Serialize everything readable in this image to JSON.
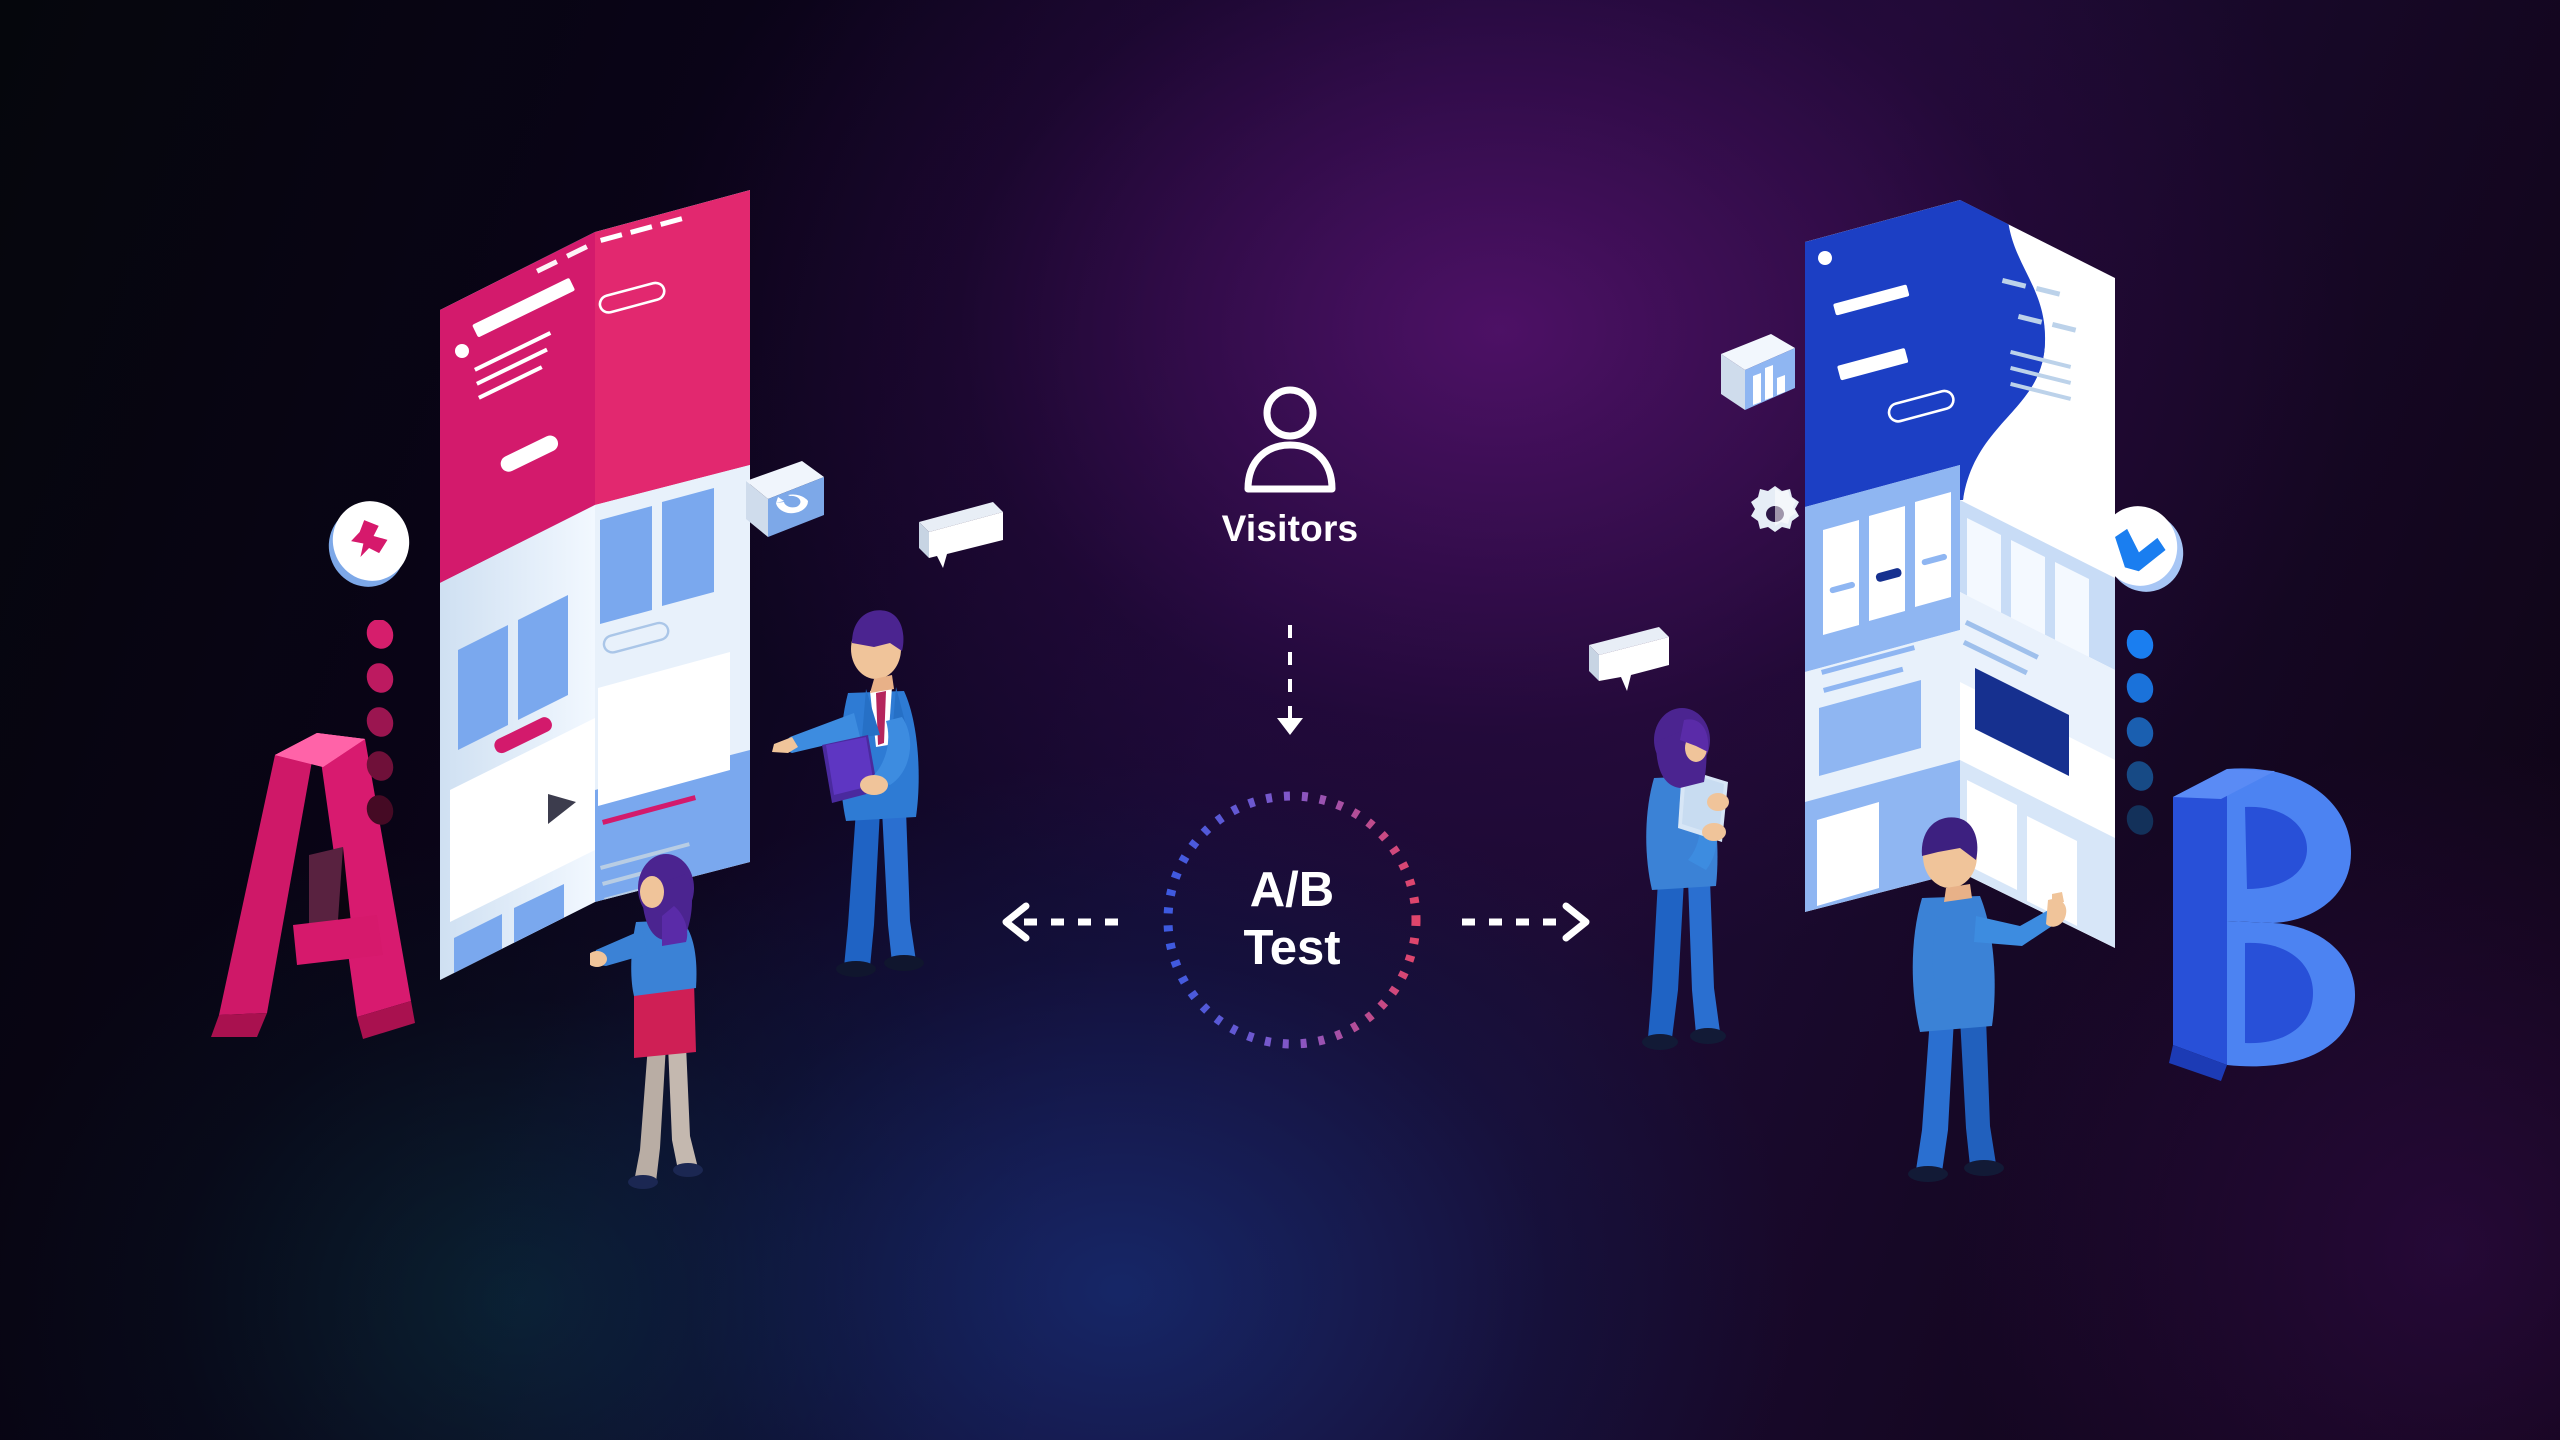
{
  "illustration": {
    "title": "A/B Test isometric illustration",
    "background": {
      "base_color": "#0d0418",
      "accent_purple": "#2a0f4a",
      "accent_blue": "#152a66",
      "accent_teal": "#073a44"
    }
  },
  "center": {
    "visitors_icon": "user-icon",
    "visitors_label": "Visitors",
    "flow_arrow_down": "arrow-down-dashed",
    "abtest_line1": "A/B",
    "abtest_line2": "Test",
    "circle_gradient_start": "#3d5ae0",
    "circle_gradient_end": "#e0456b",
    "arrow_left": "arrow-left-dashed",
    "arrow_right": "arrow-right-dashed"
  },
  "variant_a": {
    "letter": "A",
    "letter_color": "#e01f72",
    "letter_top_color": "#ff5fa3",
    "letter_side_color": "#b8145c",
    "badge": "cross-icon",
    "badge_color": "#e01f72",
    "dots_color": "#d61e6c",
    "screen": {
      "name": "variant-a-webpage",
      "hero_color": "#e02a6e",
      "body_color": "#dfeaf7",
      "accent_color": "#d61e6c",
      "card_color": "#7aa8ee",
      "blocks": [
        "hero-banner",
        "nav-dashes",
        "headline-bar",
        "text-lines",
        "cta-button-outline",
        "cta-button-solid",
        "three-cards",
        "video-player",
        "content-grid",
        "footer-lines"
      ]
    },
    "people": [
      {
        "name": "presenter-man",
        "role": "pointing-with-clipboard",
        "suit_color": "#2e7bd4",
        "tie_color": "#b5255c",
        "hair_color": "#47268e"
      },
      {
        "name": "reviewer-woman",
        "role": "touching-screen",
        "top_color": "#3b82d6",
        "skirt_color": "#cf1f55",
        "hair_color": "#4b2490"
      }
    ],
    "icons": [
      "pie-chart-icon",
      "speech-bubble-icon"
    ]
  },
  "variant_b": {
    "letter": "B",
    "letter_color": "#2850d8",
    "letter_top_color": "#5a8bf5",
    "letter_side_color": "#1c3bb5",
    "badge": "check-icon",
    "badge_color": "#1a7ef0",
    "dots_color": "#1a7ef0",
    "screen": {
      "name": "variant-b-webpage",
      "hero_color": "#1c3fc4",
      "body_color": "#e8f1fb",
      "accent_color": "#16308f",
      "card_color": "#8fb6f2",
      "blocks": [
        "hero-banner-wave",
        "headline-bars",
        "text-lines",
        "cta-button-outline",
        "four-cards",
        "paragraph-lines",
        "feature-banner",
        "content-grid",
        "footer-lines"
      ]
    },
    "people": [
      {
        "name": "analyst-woman",
        "role": "holding-tablet",
        "top_color": "#3b82d6",
        "pants_color": "#1f63c4",
        "hair_color": "#4b2490"
      },
      {
        "name": "tester-man",
        "role": "touching-screen",
        "suit_color": "#3b82d6",
        "hair_color": "#3d2080"
      }
    ],
    "icons": [
      "bar-chart-icon",
      "gear-icon",
      "speech-bubble-icon"
    ]
  }
}
